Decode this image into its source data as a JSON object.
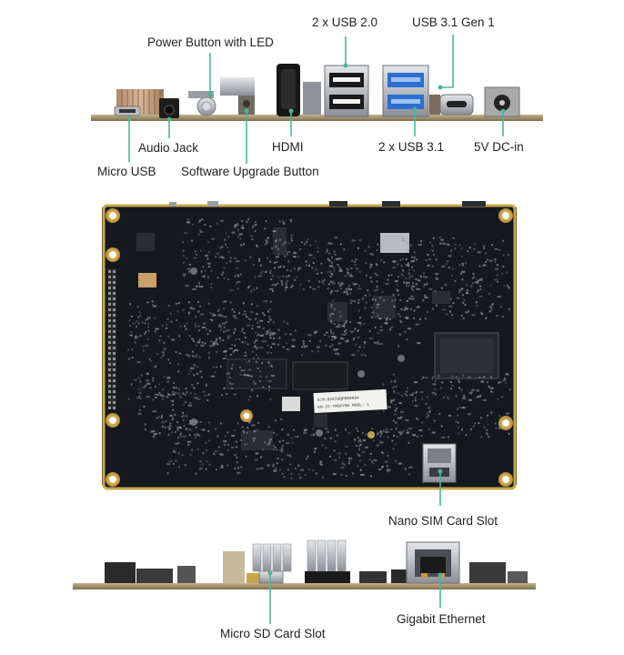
{
  "labels": {
    "power_button": "Power Button with LED",
    "usb20": "2 x USB 2.0",
    "usb31_gen1": "USB 3.1 Gen 1",
    "audio_jack": "Audio Jack",
    "hdmi": "HDMI",
    "usb31": "2 x USB 3.1",
    "dc_in": "5V DC-in",
    "micro_usb": "Micro USB",
    "upgrade_button": "Software Upgrade Button",
    "nano_sim": "Nano SIM Card Slot",
    "micro_sd": "Micro SD Card Slot",
    "ethernet": "Gigabit Ethernet"
  },
  "board_sticker": {
    "line1": "S/N:8187AQP000094",
    "line2": "KN-IC-TM5PYMA MODL: 1"
  },
  "colors": {
    "leader_line": "#4cb59a",
    "pcb_edge": "#a89a74",
    "pcb_board": "#15181d",
    "pcb_border": "#c9a84a",
    "usb3_blue": "#2d6fd1"
  }
}
